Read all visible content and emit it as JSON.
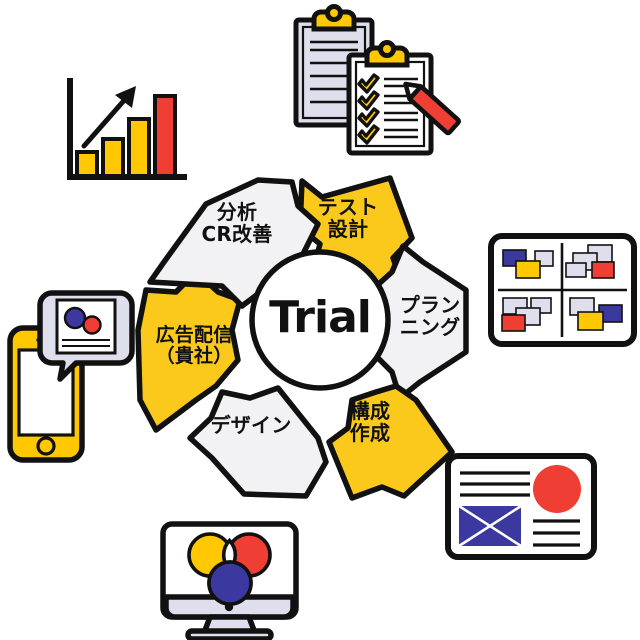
{
  "diagram": {
    "title": "Trial",
    "hub": {
      "label": "Trial"
    },
    "colors": {
      "accent_yellow": "#FBC91B",
      "segment_gray": "#F2F2F5",
      "outline_black": "#111111",
      "red": "#EF3E33",
      "blue": "#3B38A0",
      "lavender": "#DEDEEC",
      "white": "#FFFFFF"
    },
    "segments": [
      {
        "index": 0,
        "label": "テスト\n設計",
        "fill": "yellow",
        "position": "top-right"
      },
      {
        "index": 1,
        "label": "プラン\nニング",
        "fill": "gray",
        "position": "right"
      },
      {
        "index": 2,
        "label": "構成\n作成",
        "fill": "yellow",
        "position": "bottom-right"
      },
      {
        "index": 3,
        "label": "デザイン",
        "fill": "gray",
        "position": "bottom-left"
      },
      {
        "index": 4,
        "label": "広告配信\n（貴社）",
        "fill": "yellow",
        "position": "left"
      },
      {
        "index": 5,
        "label": "分析\nCR改善",
        "fill": "gray",
        "position": "top-left"
      }
    ]
  },
  "icons": {
    "bar_chart": {
      "name": "bar-chart-growth-icon",
      "bars": [
        {
          "height": 0.3,
          "color": "#FFC800"
        },
        {
          "height": 0.52,
          "color": "#FFC800"
        },
        {
          "height": 0.74,
          "color": "#FFC800"
        },
        {
          "height": 0.98,
          "color": "#EF3E33"
        }
      ],
      "arrow": "up-right"
    },
    "clipboard": {
      "name": "clipboard-checklist-pencil-icon",
      "back_sheet_lines": 6,
      "checklist_items": 4,
      "pencil_color": "#EF3E33",
      "clip_color": "#FFC800"
    },
    "kanban": {
      "name": "kanban-board-icon",
      "quadrants": 4,
      "notes": [
        {
          "quadrant": 1,
          "color": "#3B38A0"
        },
        {
          "quadrant": 1,
          "color": "#DEDEEC"
        },
        {
          "quadrant": 1,
          "color": "#FFC800"
        },
        {
          "quadrant": 2,
          "color": "#DEDEEC"
        },
        {
          "quadrant": 2,
          "color": "#DEDEEC"
        },
        {
          "quadrant": 2,
          "color": "#EF3E33"
        },
        {
          "quadrant": 3,
          "color": "#DEDEEC"
        },
        {
          "quadrant": 3,
          "color": "#DEDEEC"
        },
        {
          "quadrant": 3,
          "color": "#EF3E33"
        },
        {
          "quadrant": 4,
          "color": "#DEDEEC"
        },
        {
          "quadrant": 4,
          "color": "#3B38A0"
        },
        {
          "quadrant": 4,
          "color": "#FFC800"
        }
      ]
    },
    "smartphone_ad": {
      "name": "smartphone-ad-bubble-icon",
      "phone_color": "#FFC800",
      "bubble_color": "#DEDEEC",
      "ad_circles": [
        "#3B38A0",
        "#EF3E33"
      ]
    },
    "layout_mockup": {
      "name": "layout-mockup-card-icon",
      "text_lines_top": 3,
      "text_lines_bottom": 3,
      "image_placeholder_color": "#3B38A0",
      "circle_color": "#EF3E33"
    },
    "monitor_design": {
      "name": "desktop-monitor-color-circles-icon",
      "circles": [
        "#FFC800",
        "#EF3E33",
        "#3B38A0"
      ]
    }
  }
}
